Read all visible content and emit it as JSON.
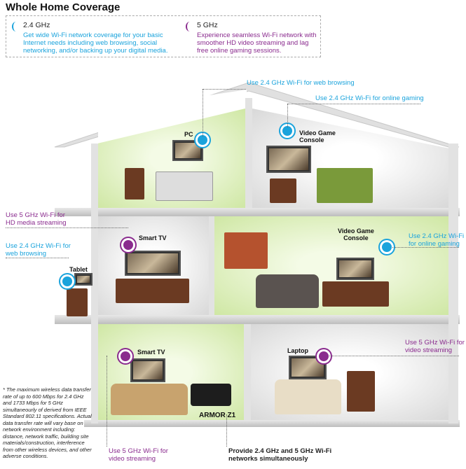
{
  "title": "Whole Home Coverage",
  "legend": {
    "band24": {
      "label": "2.4 GHz",
      "desc": "Get wide Wi-Fi network coverage for your basic Internet needs including web browsing, social networking, and/or backing up your digital media."
    },
    "band5": {
      "label": "5 GHz",
      "desc": "Experience seamless Wi-Fi network with smoother HD video streaming and lag free online gaming sessions."
    }
  },
  "callouts": {
    "pc_browse": "Use 2.4 GHz Wi-Fi for web browsing",
    "console_top": "Use 2.4 GHz Wi-Fi for online gaming",
    "tv_mid_1": "Use 5 GHz Wi-Fi for",
    "tv_mid_2": "HD media streaming",
    "tablet_1": "Use 2.4 GHz Wi-Fi for",
    "tablet_2": "web browsing",
    "console_mid_1": "Use 2.4 GHz Wi-Fi",
    "console_mid_2": "for online gaming",
    "laptop_1": "Use 5 GHz Wi-Fi for",
    "laptop_2": "video streaming",
    "tv_bot_1": "Use 5 GHz Wi-Fi for",
    "tv_bot_2": "video streaming",
    "router_1": "Provide 2.4 GHz and 5 GHz Wi-Fi",
    "router_2": "networks simultaneously"
  },
  "devices": {
    "pc": "PC",
    "console_top_1": "Video Game",
    "console_top_2": "Console",
    "tv_mid": "Smart TV",
    "tablet": "Tablet",
    "console_mid_1": "Video Game",
    "console_mid_2": "Console",
    "tv_bot": "Smart TV",
    "laptop": "Laptop",
    "router": "ARMOR Z1"
  },
  "footnote": "* The maximum wireless data transfer rate of up to 600 Mbps for 2.4 GHz and 1733 Mbps for 5 GHz simultaneourly of derived from IEEE Standard 802.11 specifications. Actual data transfer rate will vary base on network environment including: distance, network traffic, building site materials/construction, interference from other wireless devices, and other adverse conditions.",
  "colors": {
    "band24": "#1aa3dc",
    "band5": "#8a2b8e"
  }
}
